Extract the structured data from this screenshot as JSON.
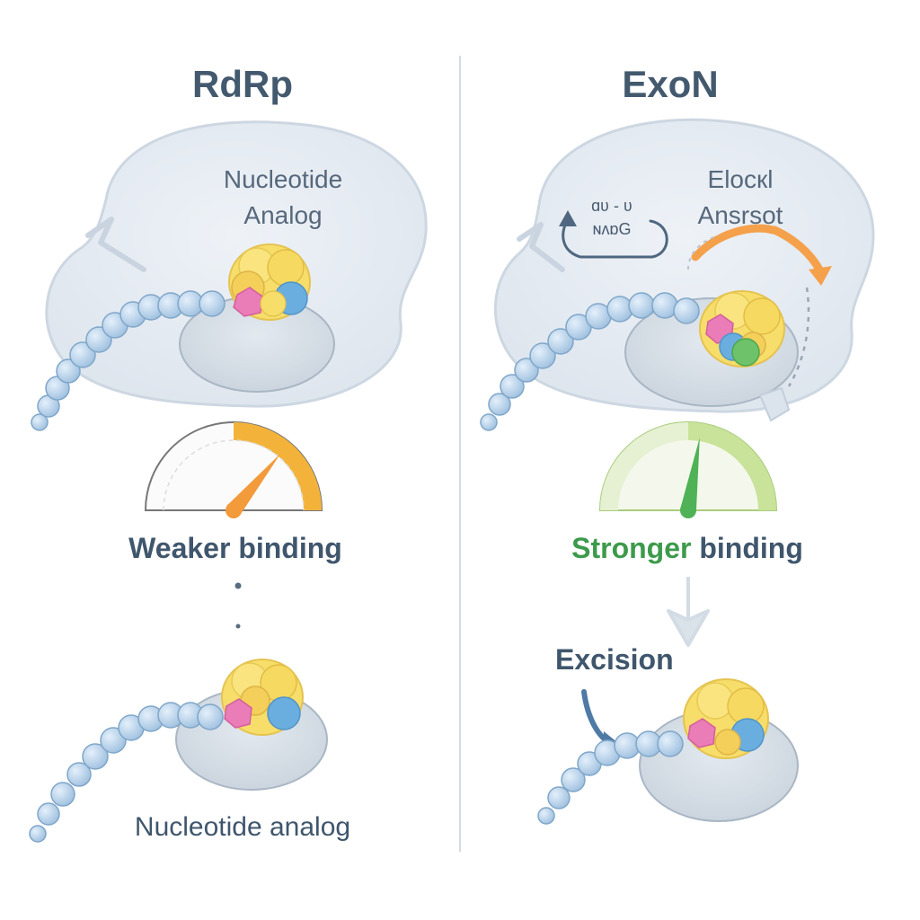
{
  "left_panel": {
    "title": "RdRp",
    "bubble_label_line1": "Nucleotide",
    "bubble_label_line2": "Analog",
    "caption": "Weaker binding",
    "bottom_label": "Nucleotide analog",
    "gauge_level": 0.72
  },
  "right_panel": {
    "title": "ExoN",
    "bubble_label_line1": "Elocкl",
    "bubble_label_line2": "Ansrsot",
    "loop_label_line1": "ɑʋ - ʋ",
    "loop_label_line2": "ɴʌɒG",
    "caption_highlight": "Stronger",
    "caption_rest": " binding",
    "excision_label": "Excision",
    "gauge_level": 0.55
  },
  "colors": {
    "text": "#3f566c",
    "weak_gauge": "#f3b33b",
    "strong_gauge": "#c9e39a",
    "stronger_text": "#3d9a4c",
    "nucleotide": "#a9c9e6",
    "pink": "#e879b5",
    "yellow": "#f7dd6a",
    "blue": "#6aaee0",
    "green": "#6dc26a"
  }
}
